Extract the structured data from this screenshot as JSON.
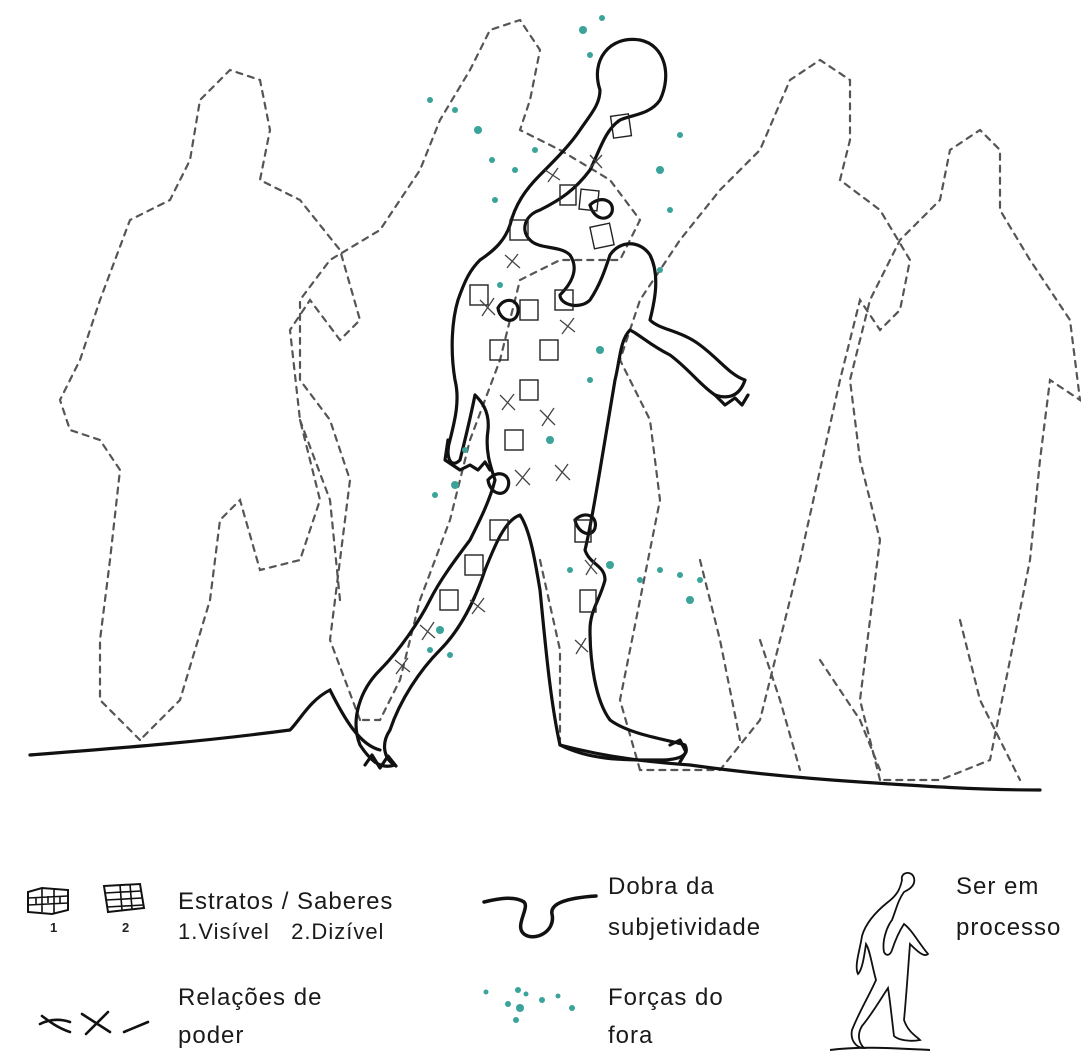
{
  "legend": {
    "estratos": {
      "title": "Estratos / Saberes",
      "sub": "1.Visível   2.Dizível",
      "num1": "1",
      "num2": "2"
    },
    "dobra": {
      "line1": "Dobra da",
      "line2": "subjetividade"
    },
    "ser": {
      "line1": "Ser em",
      "line2": "processo"
    },
    "relacoes": {
      "line1": "Relações de",
      "line2": "poder"
    },
    "forcas": {
      "line1": "Forças do",
      "line2": "fora"
    }
  },
  "colors": {
    "forces_dots": "#3aa39a",
    "outline": "#111111",
    "dashed": "#555555"
  }
}
